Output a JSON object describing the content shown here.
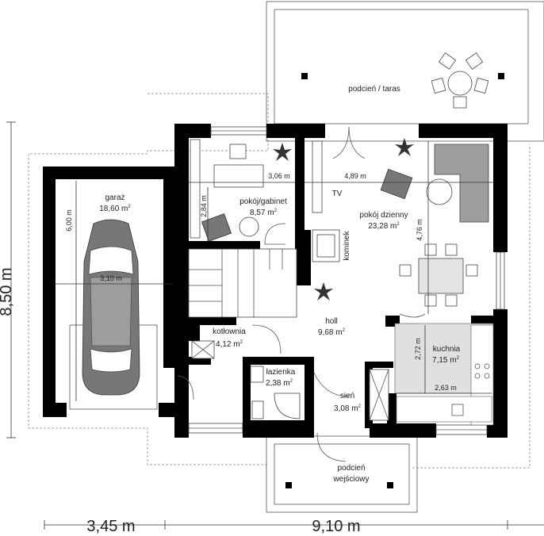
{
  "rooms": {
    "podcien_taras": {
      "name": "podcień / taras"
    },
    "pokoj_gabinet": {
      "name": "pokój/gabinet",
      "area": "8,57 m",
      "area_sup": "2"
    },
    "pokoj_dzienny": {
      "name": "pokój dzienny",
      "area": "23,28 m",
      "area_sup": "2"
    },
    "garaz": {
      "name": "garaż",
      "area": "18,60 m",
      "area_sup": "2"
    },
    "holl": {
      "name": "holl",
      "area": "9,68 m",
      "area_sup": "2"
    },
    "kotlownia": {
      "name": "kotłownia",
      "area": "4,12 m",
      "area_sup": "2"
    },
    "lazienka": {
      "name": "łazienka",
      "area": "2,38 m",
      "area_sup": "2"
    },
    "kuchnia": {
      "name": "kuchnia",
      "area": "7,15 m",
      "area_sup": "2"
    },
    "sien": {
      "name": "sień",
      "area": "3,08 m",
      "area_sup": "2"
    },
    "podcien_wejsciowy": {
      "line1": "podcień",
      "line2": "wejściowy"
    }
  },
  "labels": {
    "tv": "TV",
    "kominek": "kominek"
  },
  "dimensions": {
    "gabinet_width": "3,06 m",
    "living_width": "4,89 m",
    "gabinet_depth": "2,84 m",
    "living_depth": "4,76 m",
    "garage_depth": "6,00 m",
    "garage_width": "3,10 m",
    "kitchen_depth": "2,72 m",
    "kitchen_width": "2,63 m",
    "total_depth": "8,50 m",
    "garage_total_width": "3,45 m",
    "house_total_width": "9,10 m"
  }
}
